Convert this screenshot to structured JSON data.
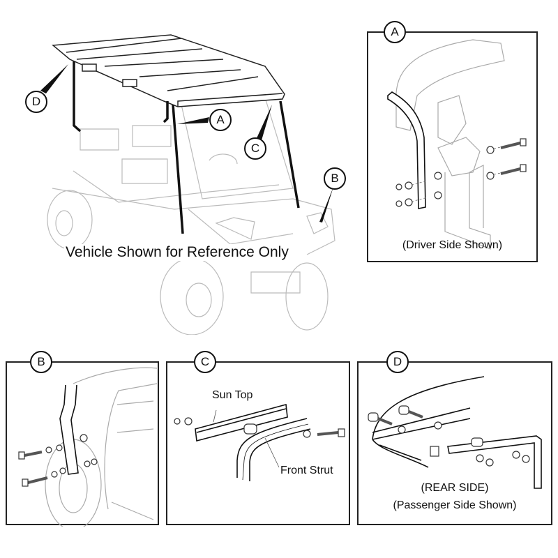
{
  "overview": {
    "caption": "Vehicle Shown for Reference Only",
    "callouts": [
      "A",
      "B",
      "C",
      "D"
    ]
  },
  "details": [
    {
      "id": "A",
      "callout": "A",
      "caption": "(Driver Side Shown)",
      "labels": []
    },
    {
      "id": "B",
      "callout": "B",
      "caption": "",
      "labels": []
    },
    {
      "id": "C",
      "callout": "C",
      "caption": "",
      "labels": [
        "Sun Top",
        "Front Strut"
      ]
    },
    {
      "id": "D",
      "callout": "D",
      "caption_lines": [
        "(REAR SIDE)",
        "(Passenger Side Shown)"
      ],
      "labels": []
    }
  ]
}
